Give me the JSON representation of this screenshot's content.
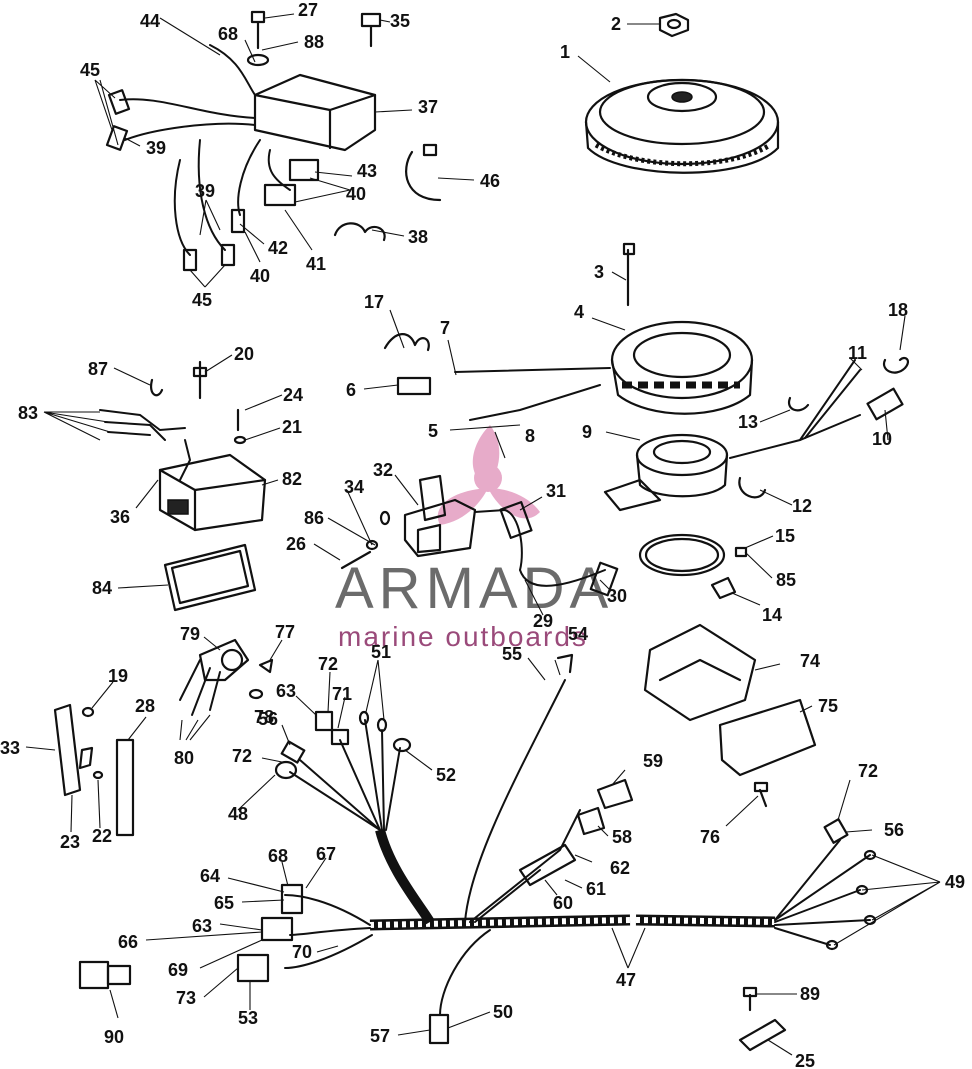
{
  "watermark": {
    "title": "ARMADA",
    "subtitle": "marine outboards",
    "logo_color": "#e08fb8",
    "title_color": "#6b6b6b",
    "subtitle_color": "#9a4a7a"
  },
  "callouts": [
    "1",
    "2",
    "3",
    "4",
    "5",
    "6",
    "7",
    "8",
    "9",
    "10",
    "11",
    "12",
    "13",
    "14",
    "15",
    "17",
    "18",
    "19",
    "20",
    "21",
    "22",
    "23",
    "24",
    "25",
    "26",
    "27",
    "28",
    "29",
    "30",
    "31",
    "32",
    "33",
    "34",
    "35",
    "36",
    "37",
    "38",
    "39",
    "40",
    "41",
    "42",
    "43",
    "44",
    "45",
    "46",
    "47",
    "48",
    "49",
    "50",
    "51",
    "52",
    "53",
    "54",
    "55",
    "56",
    "57",
    "58",
    "59",
    "60",
    "61",
    "62",
    "63",
    "64",
    "65",
    "66",
    "67",
    "68",
    "69",
    "70",
    "71",
    "72",
    "73",
    "74",
    "75",
    "76",
    "77",
    "78",
    "79",
    "80",
    "82",
    "83",
    "84",
    "85",
    "86",
    "87",
    "88",
    "89",
    "90"
  ],
  "callout_repeats": [
    "39",
    "40",
    "45",
    "56",
    "63",
    "68",
    "72"
  ]
}
